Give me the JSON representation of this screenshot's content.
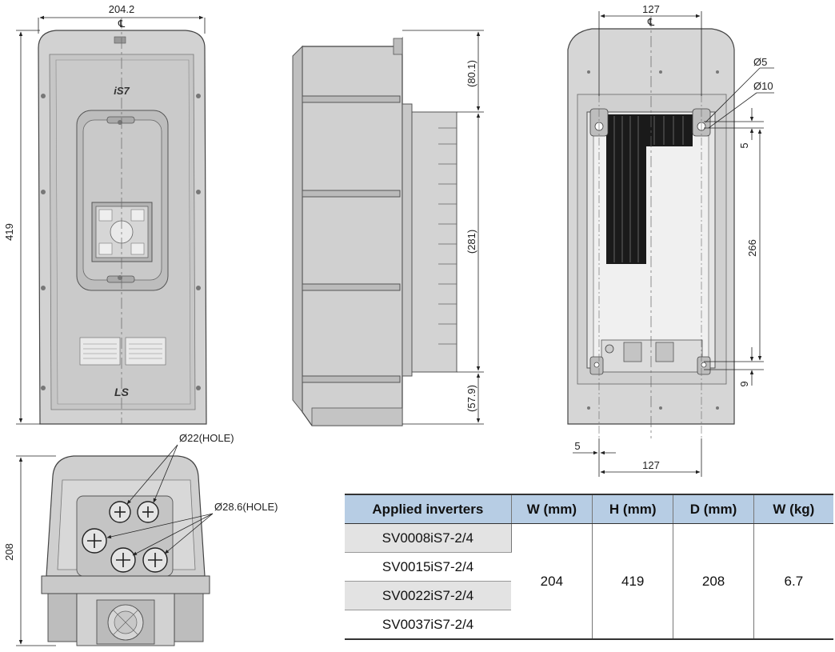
{
  "dimensions": {
    "front_width": "204.2",
    "front_height": "419",
    "centerline": "℄",
    "side_top": "(80.1)",
    "side_middle": "(281)",
    "side_bottom": "(57.9)",
    "rear_top_width": "127",
    "rear_bottom_width": "127",
    "hole_small": "Ø5",
    "hole_large": "Ø10",
    "rear_top_offset": "5",
    "rear_vertical": "266",
    "rear_bottom_offset": "9",
    "rear_left_offset": "5",
    "bottom_height": "208",
    "hole_22": "Ø22(HOLE)",
    "hole_28": "Ø28.6(HOLE)"
  },
  "labels": {
    "model_badge": "iS7",
    "brand": "LS"
  },
  "table": {
    "headers": [
      "Applied inverters",
      "W (mm)",
      "H (mm)",
      "D (mm)",
      "W (kg)"
    ],
    "models": [
      "SV0008iS7-2/4",
      "SV0015iS7-2/4",
      "SV0022iS7-2/4",
      "SV0037iS7-2/4"
    ],
    "values": [
      "204",
      "419",
      "208",
      "6.7"
    ]
  }
}
